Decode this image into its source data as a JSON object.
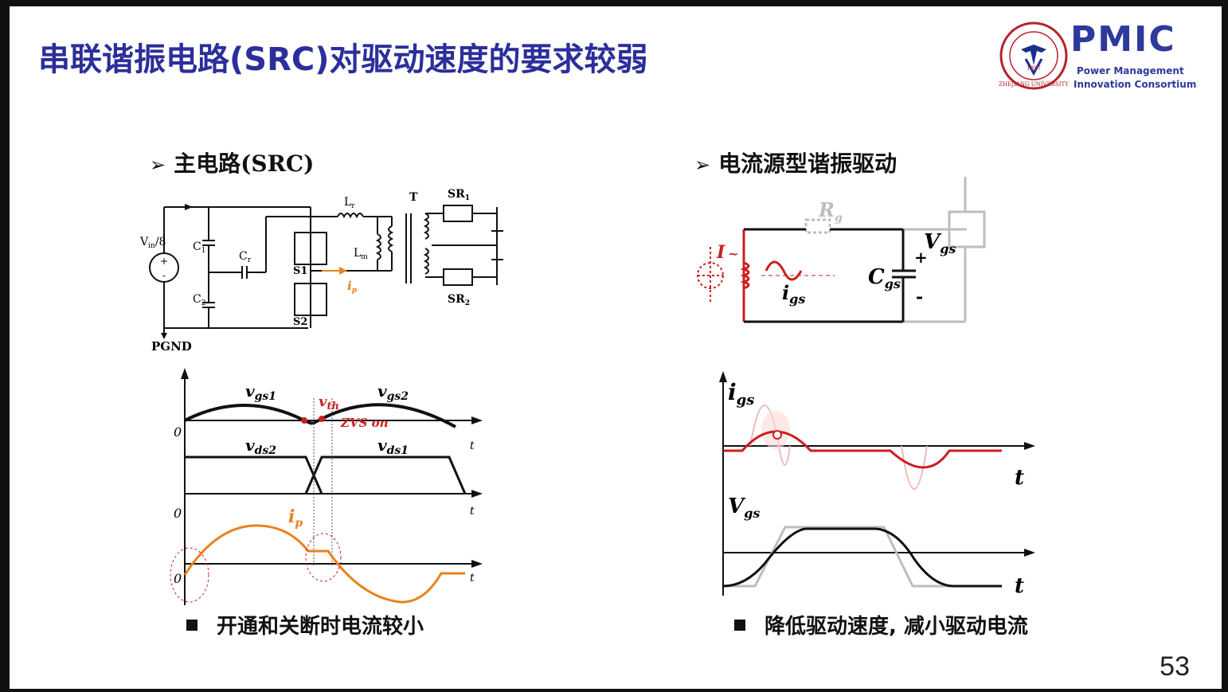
{
  "slide": {
    "title": "串联谐振电路(SRC)对驱动速度的要求较弱",
    "page_number": "53",
    "logo": {
      "university_seal_text": "ZHEJIANG UNIVERSITY",
      "university_year": "1897",
      "brand": "PMIC",
      "sub1": "Power Management",
      "sub2": "Innovation Consortium"
    }
  },
  "left": {
    "heading": "主电路(SRC)",
    "circuit_labels": {
      "vin": "V",
      "vin_sub": "in",
      "vin_div": "/8",
      "c1": "C",
      "c1_sub": "1",
      "c2": "C",
      "c2_sub": "2",
      "cr": "C",
      "cr_sub": "r",
      "lr": "L",
      "lr_sub": "r",
      "lm": "L",
      "lm_sub": "m",
      "t": "T",
      "sr1": "SR",
      "sr1_sub": "1",
      "sr2": "SR",
      "sr2_sub": "2",
      "s1": "S1",
      "s2": "S2",
      "ip": "i",
      "ip_sub": "p",
      "pgnd": "PGND",
      "plus": "+",
      "minus": "-"
    },
    "waveform_labels": {
      "vgs1": "v",
      "vgs1_sub": "gs1",
      "vgs2": "v",
      "vgs2_sub": "gs2",
      "vth": "v",
      "vth_sub": "th",
      "zvs": "ZVS on",
      "vds2": "v",
      "vds2_sub": "ds2",
      "vds1": "v",
      "vds1_sub": "ds1",
      "ip": "i",
      "ip_sub": "p",
      "zero": "0",
      "t": "t"
    },
    "bullet": "开通和关断时电流较小"
  },
  "right": {
    "heading": "电流源型谐振驱动",
    "circuit_labels": {
      "rg": "R",
      "rg_sub": "g",
      "i": "I",
      "tilde": "~",
      "igs": "i",
      "igs_sub": "gs",
      "cgs": "C",
      "cgs_sub": "gs",
      "vgs": "V",
      "vgs_sub": "gs",
      "plus": "+",
      "minus": "-"
    },
    "waveform_labels": {
      "igs": "i",
      "igs_sub": "gs",
      "vgs": "V",
      "vgs_sub": "gs",
      "t": "t"
    },
    "bullet": "降低驱动速度, 减小驱动电流"
  },
  "colors": {
    "title_blue": "#2b2f9b",
    "red": "#cc1f1f",
    "orange": "#e8821e",
    "gray": "#bdbdbd",
    "black": "#111111"
  }
}
